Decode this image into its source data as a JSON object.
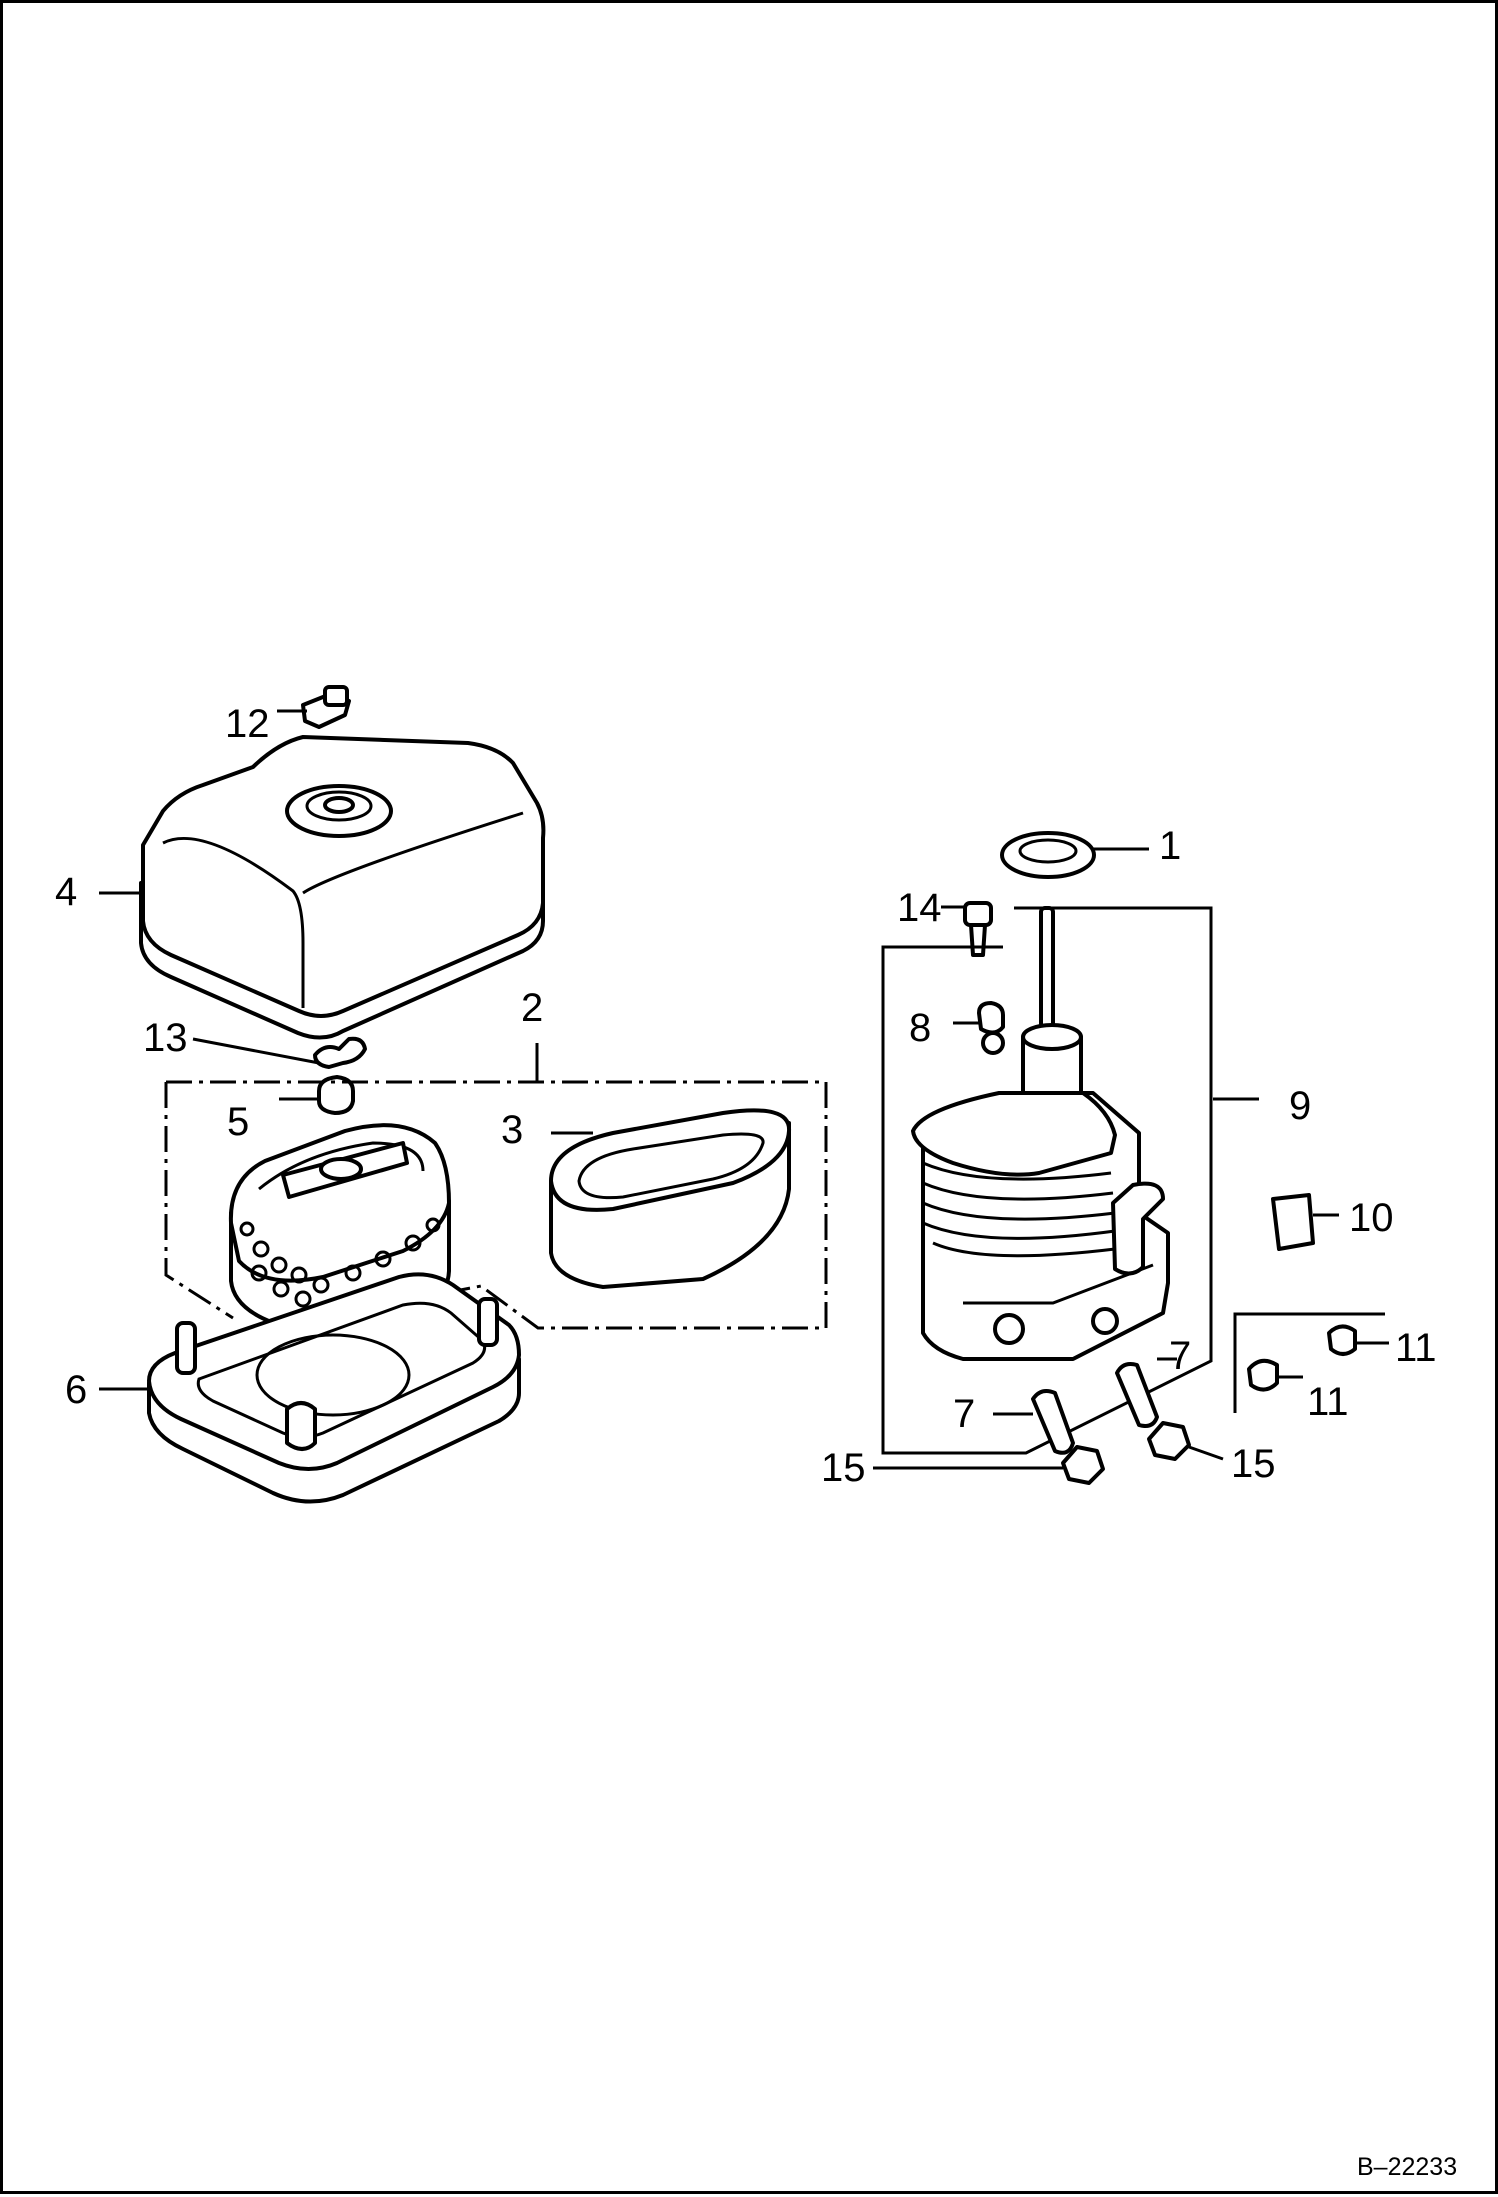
{
  "diagram": {
    "callouts": [
      "1",
      "2",
      "3",
      "4",
      "5",
      "6",
      "7",
      "7",
      "8",
      "9",
      "10",
      "11",
      "11",
      "12",
      "13",
      "14",
      "15",
      "15"
    ],
    "reference": "B–22233"
  }
}
